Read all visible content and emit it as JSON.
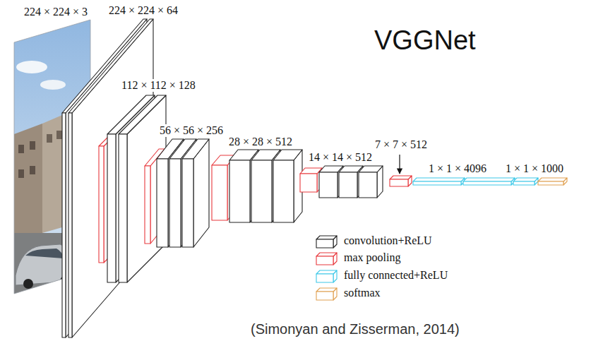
{
  "diagram": {
    "title": "VGGNet",
    "caption": "(Simonyan and Zisserman, 2014)",
    "labels": [
      "224 × 224 × 3",
      "224 × 224 × 64",
      "112 × 112 × 128",
      "56 × 56 × 256",
      "28 × 28 × 512",
      "14 × 14 × 512",
      "7 × 7 × 512",
      "1 × 1 × 4096",
      "1 × 1 × 1000"
    ],
    "legend": [
      {
        "text": "convolution+ReLU",
        "color": "#222222"
      },
      {
        "text": "max pooling",
        "color": "#e8383d"
      },
      {
        "text": "fully connected+ReLU",
        "color": "#3cc8e8"
      },
      {
        "text": "softmax",
        "color": "#e0a050"
      }
    ]
  }
}
